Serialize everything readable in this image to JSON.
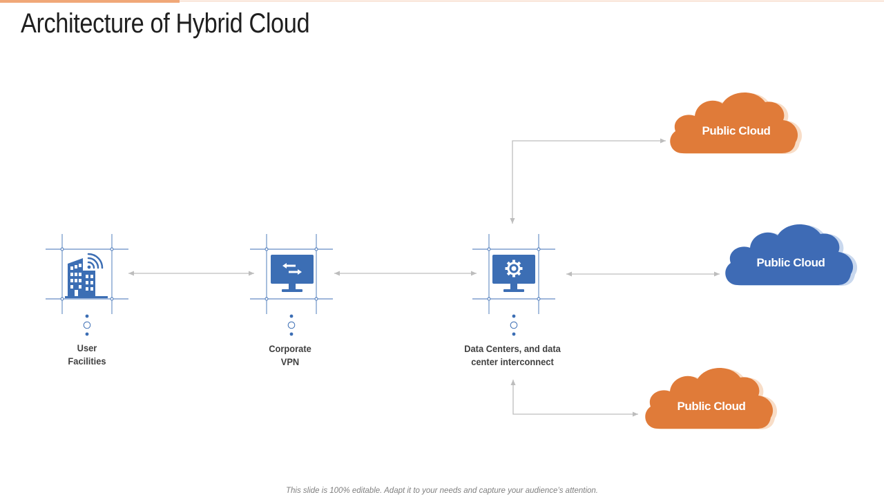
{
  "page": {
    "title": "Architecture of Hybrid Cloud",
    "footer": "This slide is 100% editable. Adapt it to your needs and capture your audience’s attention."
  },
  "colors": {
    "primary_blue": "#3C6EB4",
    "cloud_orange": "#E07B39",
    "cloud_blue": "#3E6BB5",
    "connector_gray": "#BDBDBD",
    "accent_peach": "#F0A878"
  },
  "nodes": [
    {
      "id": "user-facilities",
      "icon": "building-wifi-icon",
      "label_lines": [
        "User",
        "Facilities"
      ]
    },
    {
      "id": "corporate-vpn",
      "icon": "monitor-transfer-icon",
      "label_lines": [
        "Corporate",
        "VPN"
      ]
    },
    {
      "id": "data-centers",
      "icon": "monitor-gear-icon",
      "label_lines": [
        "Data Centers, and data",
        "center interconnect"
      ]
    }
  ],
  "clouds": [
    {
      "id": "top",
      "label": "Public Cloud",
      "color": "orange"
    },
    {
      "id": "middle",
      "label": "Public Cloud",
      "color": "blue"
    },
    {
      "id": "bottom",
      "label": "Public Cloud",
      "color": "orange"
    }
  ],
  "connections": [
    {
      "from": "user-facilities",
      "to": "corporate-vpn",
      "direction": "both"
    },
    {
      "from": "corporate-vpn",
      "to": "data-centers",
      "direction": "both"
    },
    {
      "from": "data-centers",
      "to": "cloud-top",
      "direction": "both"
    },
    {
      "from": "data-centers",
      "to": "cloud-middle",
      "direction": "both"
    },
    {
      "from": "data-centers",
      "to": "cloud-bottom",
      "direction": "both"
    }
  ]
}
